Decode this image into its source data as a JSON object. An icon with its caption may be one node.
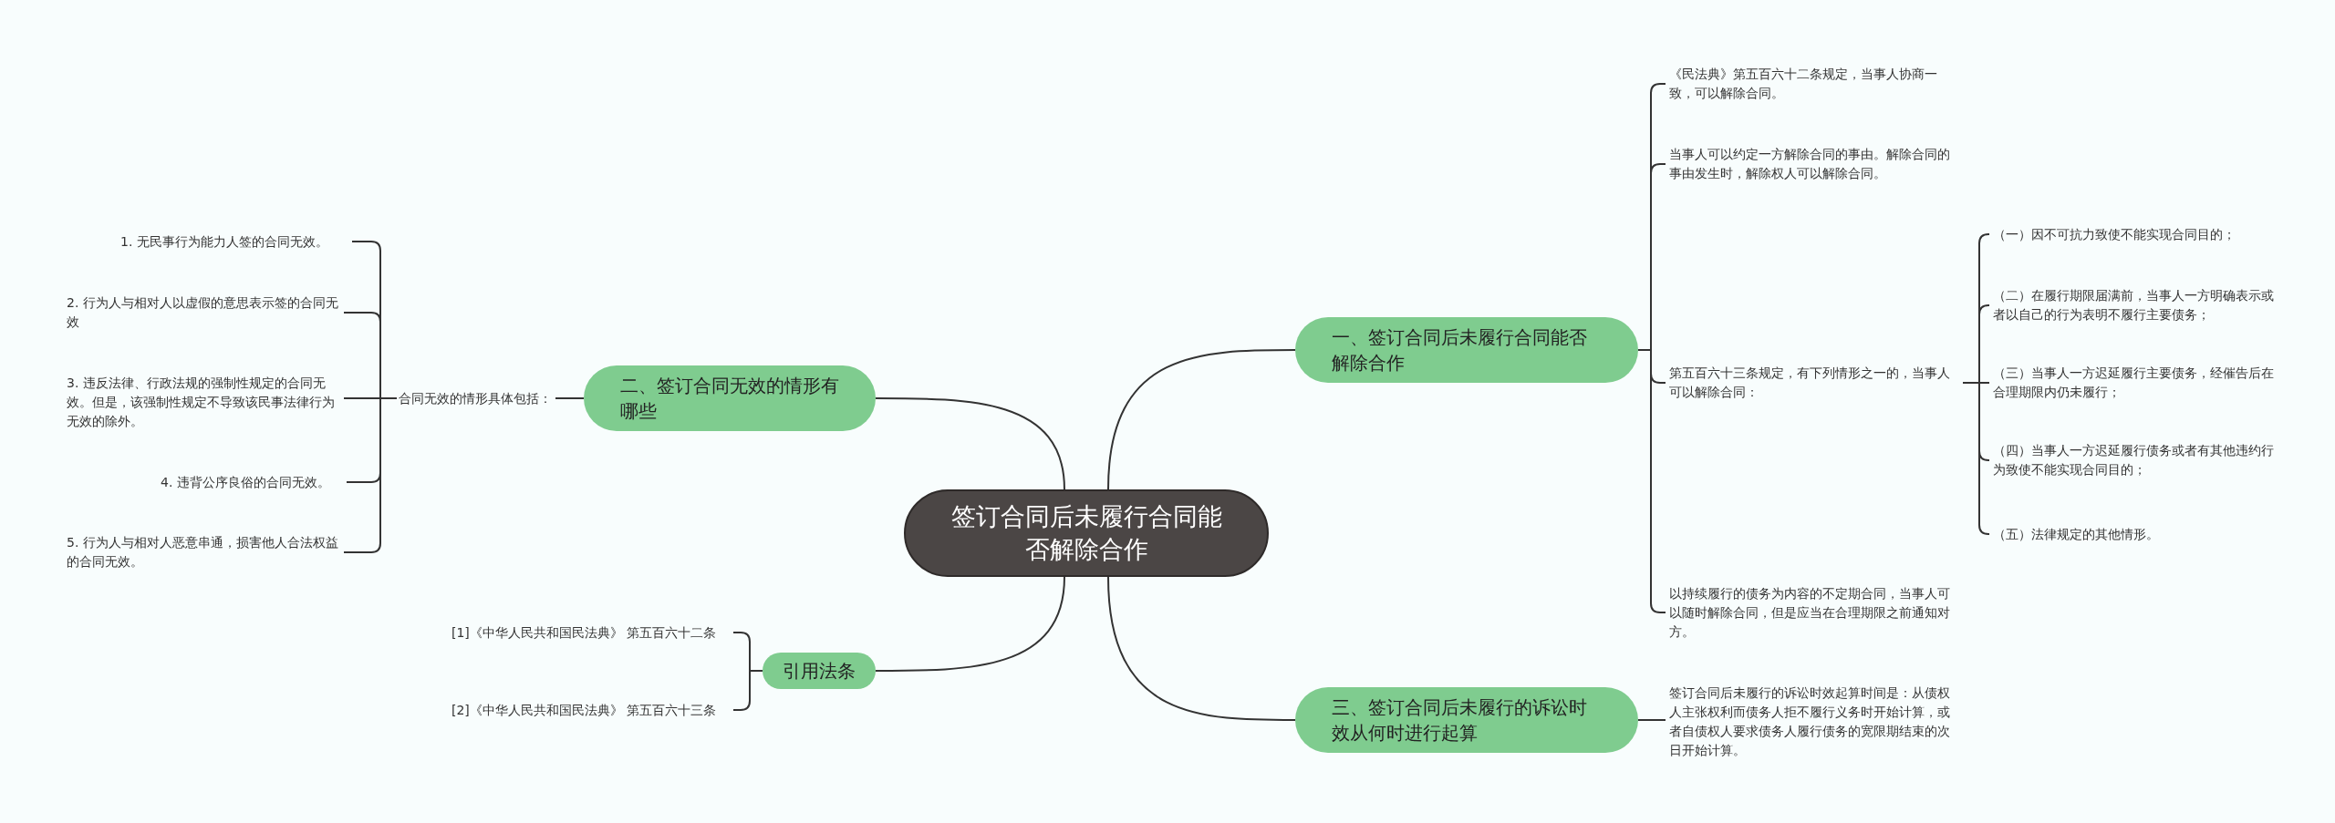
{
  "diagram": {
    "nodes": [
      {
        "text": [
          "签订合同后未履行合同能否解除合作"
        ]
      },
      {
        "text": [
          "一、签订合同后未履行合同能否解除合作"
        ]
      },
      {
        "text": [
          "《民法典》第五百六十二条规定，当事人协商一致，可以解除合同。"
        ]
      },
      {
        "text": [
          "当事人可以约定一方解除合同的事由。解除合同的事由发生时，解除权人可以解除合同。"
        ]
      },
      {
        "text": [
          "第五百六十三条规定，有下列情形之一的，当事人可以解除合同："
        ]
      },
      {
        "text": [
          "（一）因不可抗力致使不能实现合同目的；"
        ]
      },
      {
        "text": [
          "（二）在履行期限届满前，当事人一方明确表示或者以自己的行为表明不履行主要债务；"
        ]
      },
      {
        "text": [
          "（三）当事人一方迟延履行主要债务，经催告后在合理期限内仍未履行；"
        ]
      },
      {
        "text": [
          "（四）当事人一方迟延履行债务或者有其他违约行为致使不能实现合同目的；"
        ]
      },
      {
        "text": [
          "（五）法律规定的其他情形。"
        ]
      },
      {
        "text": [
          "以持续履行的债务为内容的不定期合同，当事人可以随时解除合同，但是应当在合理期限之前通知对方。"
        ]
      },
      {
        "text": [
          "三、签订合同后未履行的诉讼时效从何时进行起算"
        ]
      },
      {
        "text": [
          "签订合同后未履行的诉讼时效起算时间是：从债权人主张权利而债务人拒不履行义务时开始计算，或者自债权人要求债务人履行债务的宽限期结束的次日开始计算。"
        ]
      },
      {
        "text": [
          "二、签订合同无效的情形有哪些"
        ]
      },
      {
        "text": [
          "合同无效的情形具体包括："
        ]
      },
      {
        "text": [
          "1. 无民事行为能力人签的合同无效。"
        ]
      },
      {
        "text": [
          "2. 行为人与相对人以虚假的意思表示签的合同无效"
        ]
      },
      {
        "text": [
          "3. 违反法律、行政法规的强制性规定的合同无效。但是，该强制性规定不导致该民事法律行为无效的除外。"
        ]
      },
      {
        "text": [
          "4. 违背公序良俗的合同无效。"
        ]
      },
      {
        "text": [
          "5. 行为人与相对人恶意串通，损害他人合法权益的合同无效。"
        ]
      },
      {
        "text": [
          "引用法条"
        ]
      },
      {
        "text": [
          "[1]《中华人民共和国民法典》 第五百六十二条"
        ]
      },
      {
        "text": [
          "[2]《中华人民共和国民法典》 第五百六十三条"
        ]
      }
    ],
    "edges": [
      {
        "from": 0,
        "to": 1,
        "arrow": "none"
      },
      {
        "from": 1,
        "to": 2,
        "arrow": "none"
      },
      {
        "from": 1,
        "to": 3,
        "arrow": "none"
      },
      {
        "from": 1,
        "to": 4,
        "arrow": "none"
      },
      {
        "from": 4,
        "to": 5,
        "arrow": "none"
      },
      {
        "from": 4,
        "to": 6,
        "arrow": "none"
      },
      {
        "from": 4,
        "to": 7,
        "arrow": "none"
      },
      {
        "from": 4,
        "to": 8,
        "arrow": "none"
      },
      {
        "from": 4,
        "to": 9,
        "arrow": "none"
      },
      {
        "from": 1,
        "to": 10,
        "arrow": "none"
      },
      {
        "from": 0,
        "to": 11,
        "arrow": "none"
      },
      {
        "from": 11,
        "to": 12,
        "arrow": "none"
      },
      {
        "from": 0,
        "to": 13,
        "arrow": "none"
      },
      {
        "from": 13,
        "to": 14,
        "arrow": "none"
      },
      {
        "from": 14,
        "to": 15,
        "arrow": "none"
      },
      {
        "from": 14,
        "to": 16,
        "arrow": "none"
      },
      {
        "from": 14,
        "to": 17,
        "arrow": "none"
      },
      {
        "from": 14,
        "to": 18,
        "arrow": "none"
      },
      {
        "from": 14,
        "to": 19,
        "arrow": "none"
      },
      {
        "from": 0,
        "to": 20,
        "arrow": "none"
      },
      {
        "from": 20,
        "to": 21,
        "arrow": "none"
      },
      {
        "from": 20,
        "to": 22,
        "arrow": "none"
      }
    ]
  }
}
